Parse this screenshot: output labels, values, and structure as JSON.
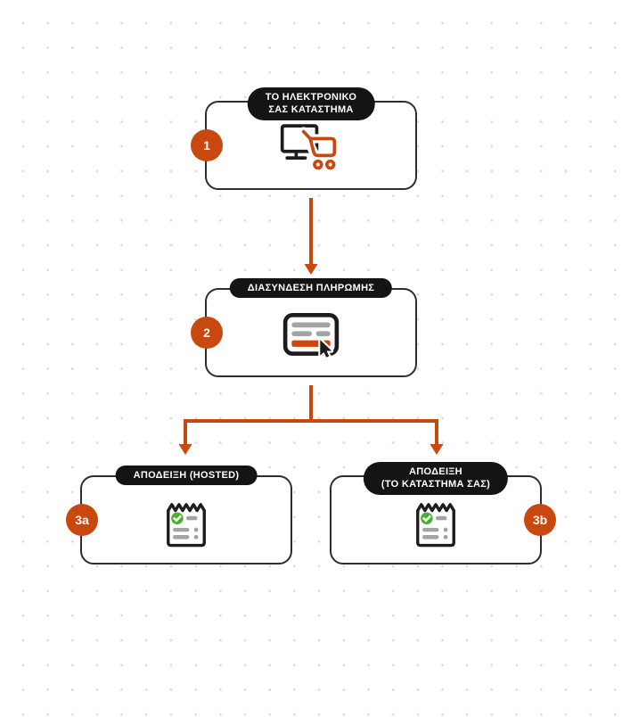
{
  "colors": {
    "accent_orange": "#c8480f",
    "pill_black": "#141414",
    "box_border": "#2e2e2e",
    "icon_black": "#1c1c1c",
    "icon_gray": "#a3a3a3",
    "check_green": "#4caf2e",
    "dot_gray": "#dedcdc",
    "background": "#ffffff"
  },
  "nodes": {
    "store": {
      "badge": "1",
      "label_line1": "ΤΟ ΗΛΕΚΤΡΟΝΙΚΟ",
      "label_line2": "ΣΑΣ ΚΑΤΑΣΤΗΜΑ",
      "icon": "monitor-shopping-cart-icon"
    },
    "payment": {
      "badge": "2",
      "label_line1": "ΔΙΑΣΥΝΔΕΣΗ ΠΛΗΡΩΜΗΣ",
      "icon": "payment-form-cursor-icon"
    },
    "receipt_hosted": {
      "badge": "3a",
      "label_line1": "ΑΠΟΔΕΙΞΗ (HOSTED)",
      "icon": "receipt-check-icon"
    },
    "receipt_store": {
      "badge": "3b",
      "label_line1": "ΑΠΟΔΕΙΞΗ",
      "label_line2": "(ΤΟ ΚΑΤΑΣΤΗΜΑ ΣΑΣ)",
      "icon": "receipt-check-icon"
    }
  },
  "flow": {
    "edges": [
      {
        "from": "store",
        "to": "payment"
      },
      {
        "from": "payment",
        "to": "receipt_hosted"
      },
      {
        "from": "payment",
        "to": "receipt_store"
      }
    ]
  }
}
